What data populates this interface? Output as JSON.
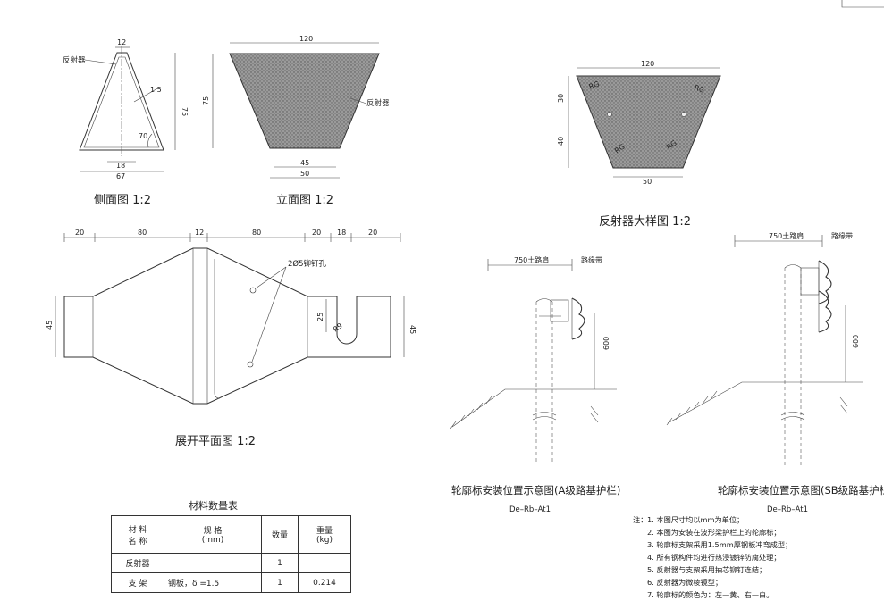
{
  "views": {
    "side": {
      "caption": "侧面图 1:2",
      "label_reflector": "反射器",
      "dims": {
        "top": "12",
        "height": "75",
        "bottom_inner": "18",
        "bottom_total": "67",
        "thickness": "1.5",
        "angle": "70"
      }
    },
    "front": {
      "caption": "立面图 1:2",
      "label_reflector": "反射器",
      "dims": {
        "top": "120",
        "height": "75",
        "bottom_inner": "45",
        "bottom_outer": "50"
      }
    },
    "detail": {
      "caption": "反射器大样图 1:2",
      "tag": "RG",
      "dims": {
        "top": "120",
        "height_upper": "30",
        "height_lower": "40",
        "bottom": "50"
      }
    },
    "flat": {
      "caption": "展开平面图 1:2",
      "label_holes": "2Ø5铆钉孔",
      "dims": {
        "d1": "20",
        "d2": "80",
        "d3": "12",
        "d4": "80",
        "d5": "20",
        "d6": "18",
        "d7": "20",
        "height_left": "45",
        "height_right": "45",
        "slot": "25",
        "radius": "R9"
      }
    },
    "install_a": {
      "caption": "轮廓标安装位置示意图(A级路基护栏)",
      "code": "De–Rb–At1",
      "dims": {
        "top": "750土路肩",
        "edge": "路缘带",
        "height": "600"
      }
    },
    "install_sb": {
      "caption": "轮廓标安装位置示意图(SB级路基护栏)",
      "code": "De–Rb–At1",
      "dims": {
        "top": "750土路肩",
        "edge": "路缘带",
        "height": "600"
      }
    }
  },
  "materials": {
    "title": "材料数量表",
    "headers": {
      "name": "材 料\n名 称",
      "spec": "规    格\n(mm)",
      "qty": "数量",
      "weight": "重量\n(kg)"
    },
    "rows": [
      {
        "name": "反射器",
        "spec": "",
        "qty": "1",
        "weight": ""
      },
      {
        "name": "支  架",
        "spec": "钢板，δ =1.5",
        "qty": "1",
        "weight": "0.214"
      }
    ]
  },
  "notes": {
    "heading": "注：",
    "items": [
      "1. 本图尺寸均以mm为单位；",
      "2. 本图为安装在波形梁护栏上的轮廓标；",
      "3. 轮廓标支架采用1.5mm厚钢板冲弯成型；",
      "4. 所有钢构件均进行热浸镀锌防腐处理；",
      "5. 反射器与支架采用抽芯铆钉连结；",
      "6. 反射器为微棱镜型；",
      "7. 轮廓标的颜色为：左—黄、右—白。"
    ]
  }
}
